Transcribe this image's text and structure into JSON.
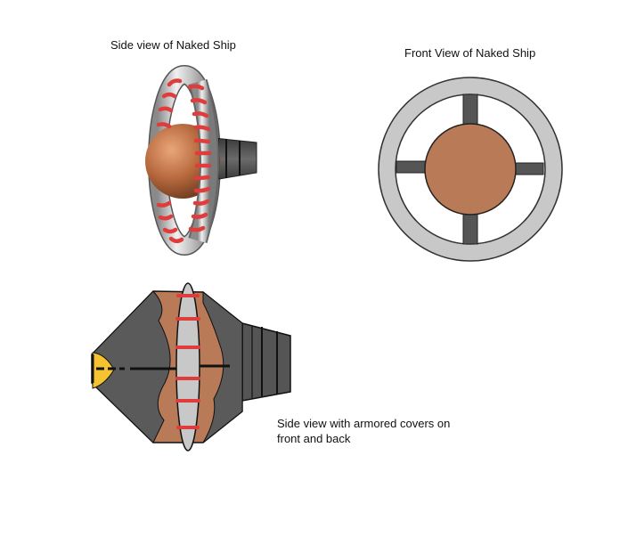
{
  "captions": {
    "side_view": "Side view of Naked Ship",
    "front_view": "Front View of Naked Ship",
    "armored_view": "Side view with armored covers on front and back"
  },
  "colors": {
    "hull": "#b97a57",
    "ring": "#c8c8c8",
    "ring_outline": "#333333",
    "engine": "#555555",
    "stripes": "#e03c3c",
    "armor": "#5a5a5a",
    "cockpit": "#f5c232",
    "background": "#ffffff"
  },
  "icons": {
    "side_view": "naked-ship-side-illustration",
    "front_view": "naked-ship-front-illustration",
    "armored_view": "armored-ship-side-illustration"
  }
}
